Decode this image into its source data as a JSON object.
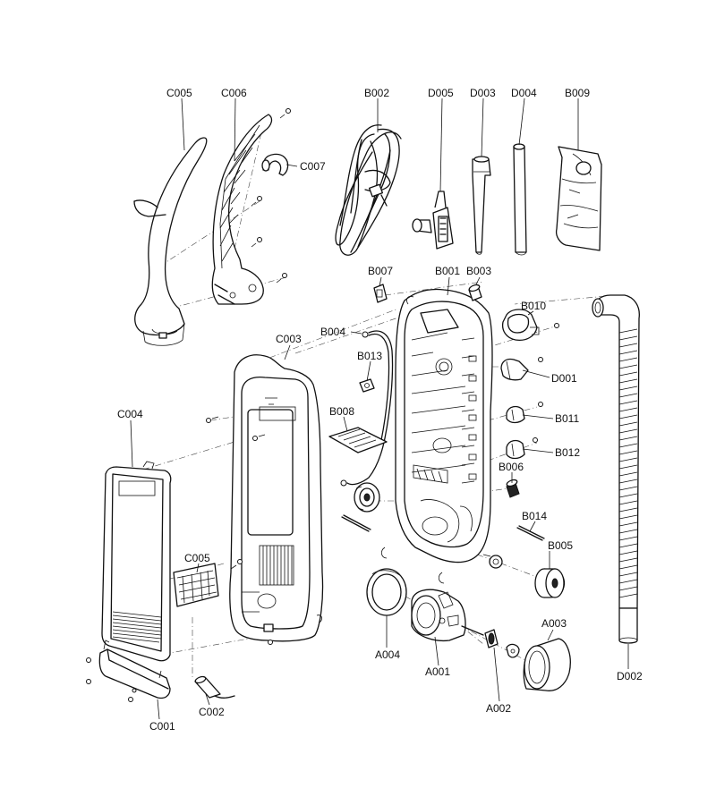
{
  "labels": {
    "C005_top": "C005",
    "C006": "C006",
    "C007": "C007",
    "B002": "B002",
    "D005": "D005",
    "D003": "D003",
    "D004": "D004",
    "B009": "B009",
    "B007": "B007",
    "B001": "B001",
    "B003": "B003",
    "B010": "B010",
    "B004": "B004",
    "C003": "C003",
    "B013": "B013",
    "D001": "D001",
    "C004": "C004",
    "B008": "B008",
    "B011": "B011",
    "B012": "B012",
    "B006": "B006",
    "B014": "B014",
    "B005": "B005",
    "C005_filter": "C005",
    "A004": "A004",
    "A001": "A001",
    "A003": "A003",
    "A002": "A002",
    "C002": "C002",
    "C001": "C001",
    "D002": "D002"
  }
}
